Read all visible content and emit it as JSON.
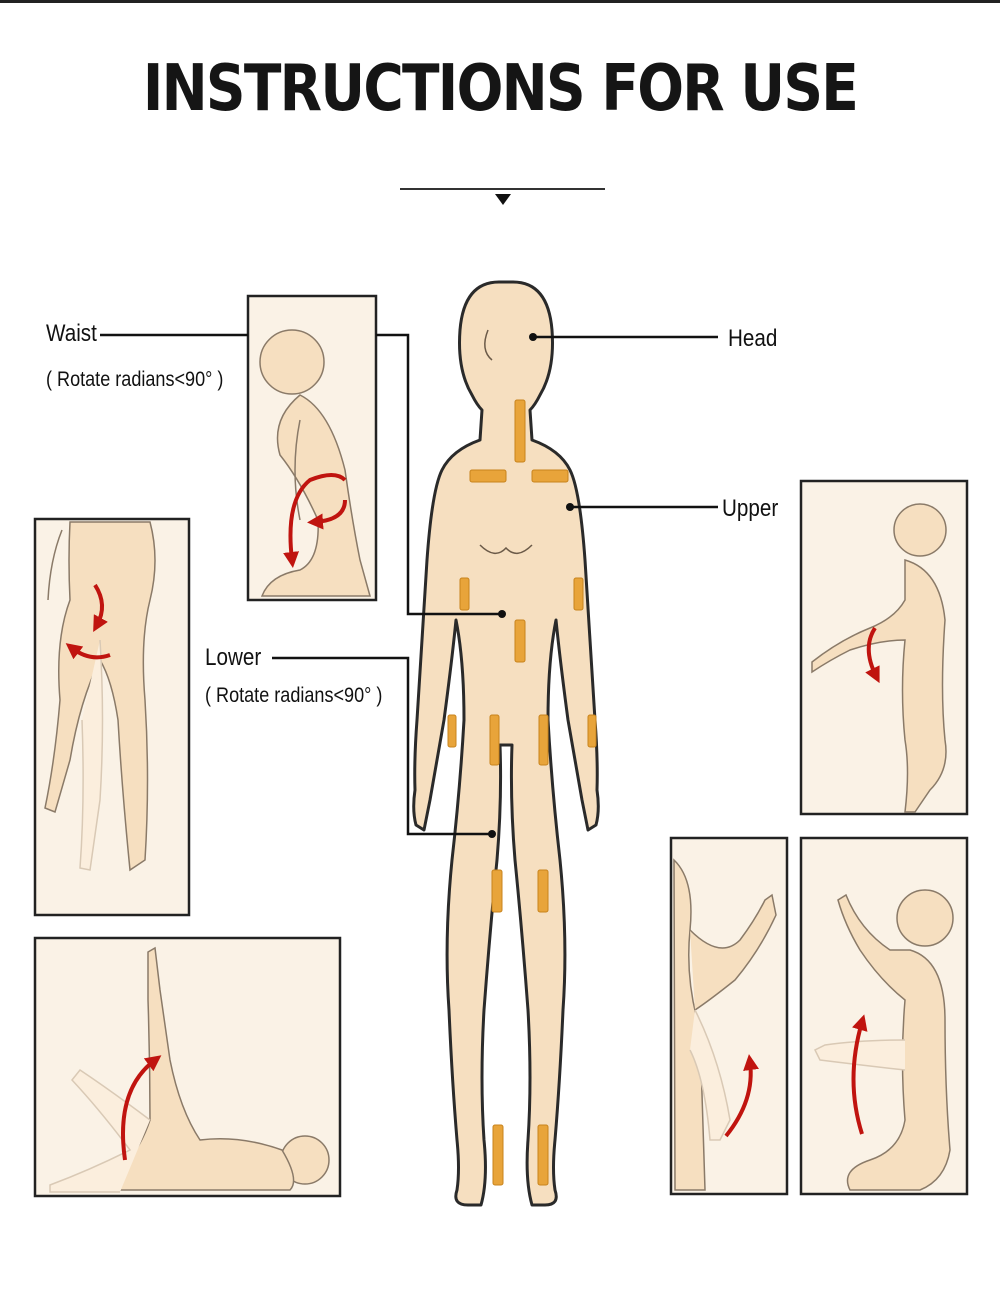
{
  "title": "INSTRUCTIONS FOR USE",
  "labels": {
    "waist": "Waist",
    "waist_note": "( Rotate radians<90° )",
    "lower": "Lower",
    "lower_note": "( Rotate radians<90° )",
    "head": "Head",
    "upper": "Upper"
  },
  "colors": {
    "skin": "#f6dfc0",
    "outline": "#2a2a2a",
    "pad": "#e8a43a",
    "arrow": "#c0140f",
    "panel_bg": "#faf2e6"
  },
  "panels": [
    {
      "name": "waist-rotation-panel",
      "icon": "waist-bend-figure"
    },
    {
      "name": "hip-rotation-panel",
      "icon": "leg-rotation-figure"
    },
    {
      "name": "leg-raise-panel",
      "icon": "lying-leg-raise-figure"
    },
    {
      "name": "arm-rotation-panel",
      "icon": "arm-forward-figure"
    },
    {
      "name": "arm-raise-side-panel",
      "icon": "arm-raise-side-figure"
    },
    {
      "name": "arm-raise-front-panel",
      "icon": "arm-raise-front-figure"
    }
  ]
}
